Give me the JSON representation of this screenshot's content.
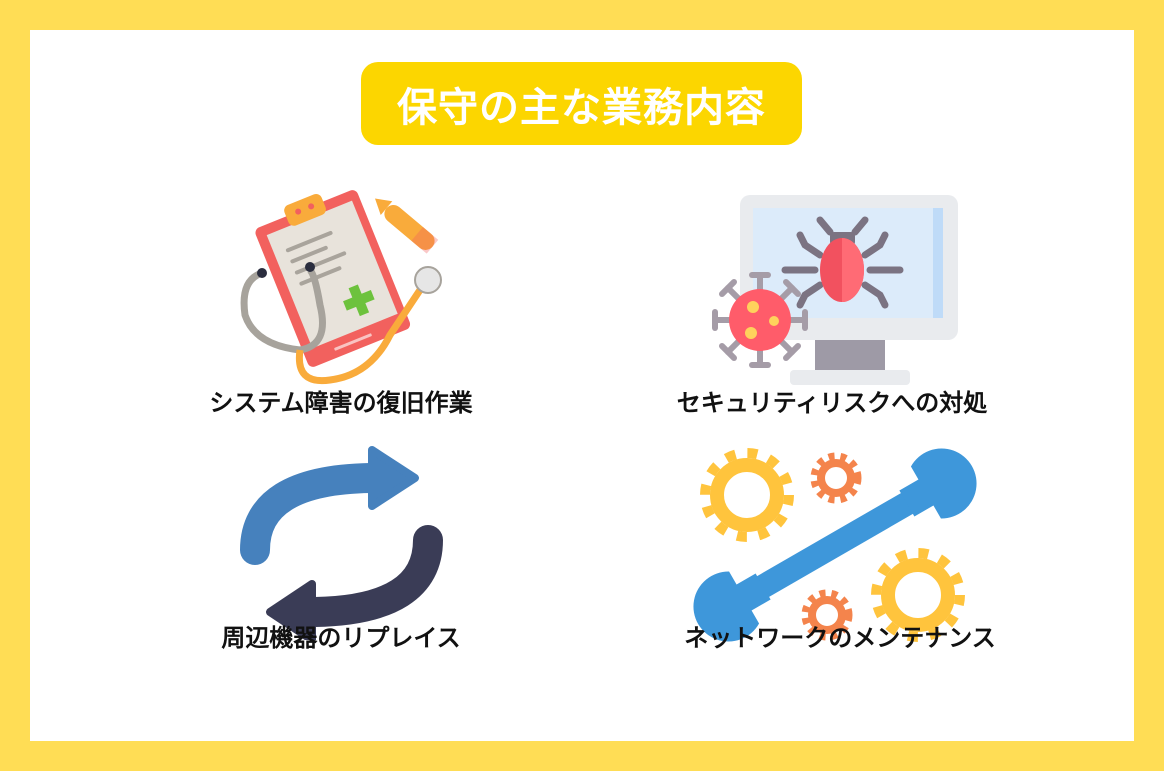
{
  "title": "保守の主な業務内容",
  "colors": {
    "border": "#FFDD55",
    "title_bg": "#FCD600",
    "title_text": "#FFFFFF",
    "label_text": "#111111"
  },
  "items": [
    {
      "label": "システム障害の復旧作業",
      "icon": "clipboard-stethoscope-icon"
    },
    {
      "label": "セキュリティリスクへの対処",
      "icon": "computer-bug-virus-icon"
    },
    {
      "label": "周辺機器のリプレイス",
      "icon": "replace-arrows-icon"
    },
    {
      "label": "ネットワークのメンテナンス",
      "icon": "wrench-gears-icon"
    }
  ]
}
